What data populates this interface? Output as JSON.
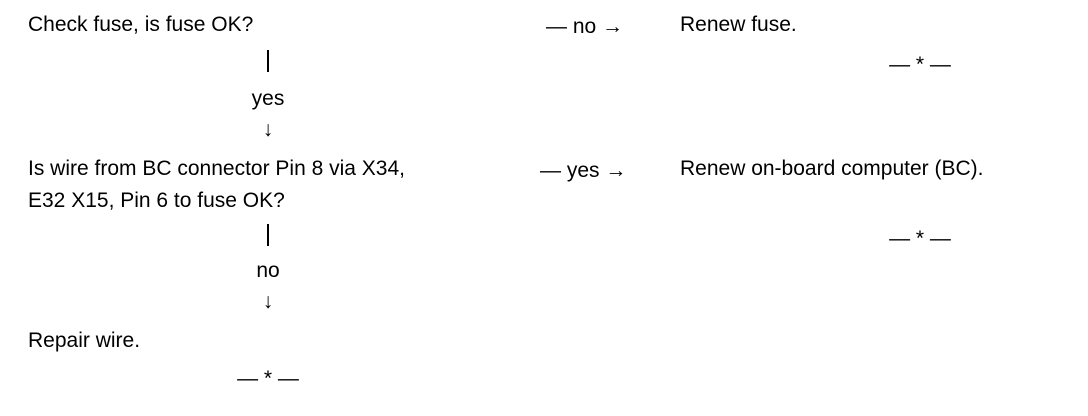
{
  "step1": {
    "question": "Check fuse, is fuse OK?",
    "no_arrow": "— no →",
    "no_action": "Renew fuse.",
    "no_end": "— * —",
    "yes_label": "yes",
    "down_arrow": "↓"
  },
  "step2": {
    "question_line1": "Is wire from BC connector Pin 8 via X34,",
    "question_line2": "E32 X15, Pin 6 to fuse OK?",
    "yes_arrow": "— yes →",
    "yes_action": "Renew on-board computer (BC).",
    "yes_end": "— * —",
    "no_label": "no",
    "down_arrow": "↓"
  },
  "step3": {
    "action": "Repair wire.",
    "end": "— * —"
  }
}
